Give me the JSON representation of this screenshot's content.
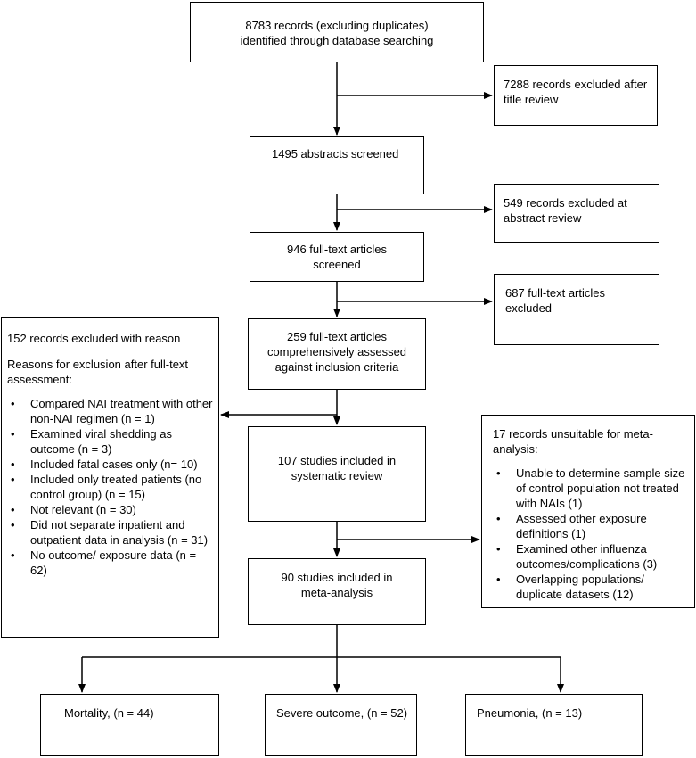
{
  "boxes": {
    "identified": "8783 records (excluding duplicates) identified through database searching",
    "title_excluded": "7288 records excluded after title review",
    "abstracts": "1495 abstracts screened",
    "abstract_excluded": "549 records excluded at abstract review",
    "fulltext_screened": "946 full-text articles screened",
    "fulltext_excluded": "687 full-text articles excluded",
    "assessed": "259 full-text articles comprehensively assessed against inclusion criteria",
    "systematic": "107 studies included in systematic review",
    "meta": "90 studies included in meta-analysis",
    "mortality": "Mortality, (n = 44)",
    "severe": "Severe outcome, (n = 52)",
    "pneumonia": "Pneumonia, (n = 13)"
  },
  "excluded_reason": {
    "heading": "152 records excluded with reason",
    "subheading": "Reasons for exclusion after full-text assessment:",
    "bullet": "•",
    "items": [
      "Compared NAI treatment with other non-NAI regimen (n = 1)",
      "Examined viral shedding as outcome (n = 3)",
      "Included fatal cases only (n= 10)",
      "Included only treated patients (no control group) (n = 15)",
      "Not relevant (n = 30)",
      "Did not separate inpatient and outpatient data in analysis (n = 31)",
      "No outcome/ exposure data (n = 62)"
    ]
  },
  "unsuitable": {
    "heading": "17 records unsuitable for meta-analysis:",
    "bullet": "•",
    "items": [
      "Unable to determine sample size of control population not treated with NAIs (1)",
      "Assessed other exposure definitions (1)",
      "Examined other influenza outcomes/complications (3)",
      "Overlapping populations/ duplicate datasets (12)"
    ]
  }
}
